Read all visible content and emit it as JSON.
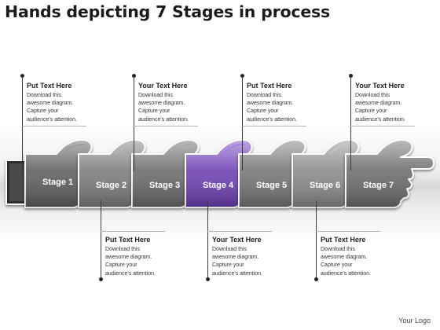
{
  "title": "Hands depicting 7 Stages in process",
  "stages": [
    {
      "label": "Stage 1",
      "color": "#5e5e5e"
    },
    {
      "label": "Stage 2",
      "color": "#7b7b7b"
    },
    {
      "label": "Stage 3",
      "color": "#6a6a6a"
    },
    {
      "label": "Stage 4",
      "color": "#6e3fb3"
    },
    {
      "label": "Stage 5",
      "color": "#767676"
    },
    {
      "label": "Stage 6",
      "color": "#8a8a8a"
    },
    {
      "label": "Stage 7",
      "color": "#6c6c6c"
    }
  ],
  "notes_top": [
    {
      "heading": "Put Text Here",
      "body": "Download this\nawesome diagram.\nCapture your\naudience's attention."
    },
    {
      "heading": "Your Text Here",
      "body": "Download this\nawesome diagram.\nCapture your\naudience's attention."
    },
    {
      "heading": "Put Text Here",
      "body": "Download this\nawesome diagram.\nCapture your\naudience's attention."
    },
    {
      "heading": "Your Text Here",
      "body": "Download this\nawesome diagram.\nCapture your\naudience's attention."
    }
  ],
  "notes_bottom": [
    {
      "heading": "Put Text Here",
      "body": "Download this\nawesome diagram.\nCapture your\naudience's attention."
    },
    {
      "heading": "Your Text Here",
      "body": "Download this\nawesome diagram.\nCapture your\naudience's attention."
    },
    {
      "heading": "Put Text Here",
      "body": "Download this\nawesome diagram.\nCapture your\naudience's attention."
    }
  ],
  "logo": "Your Logo"
}
